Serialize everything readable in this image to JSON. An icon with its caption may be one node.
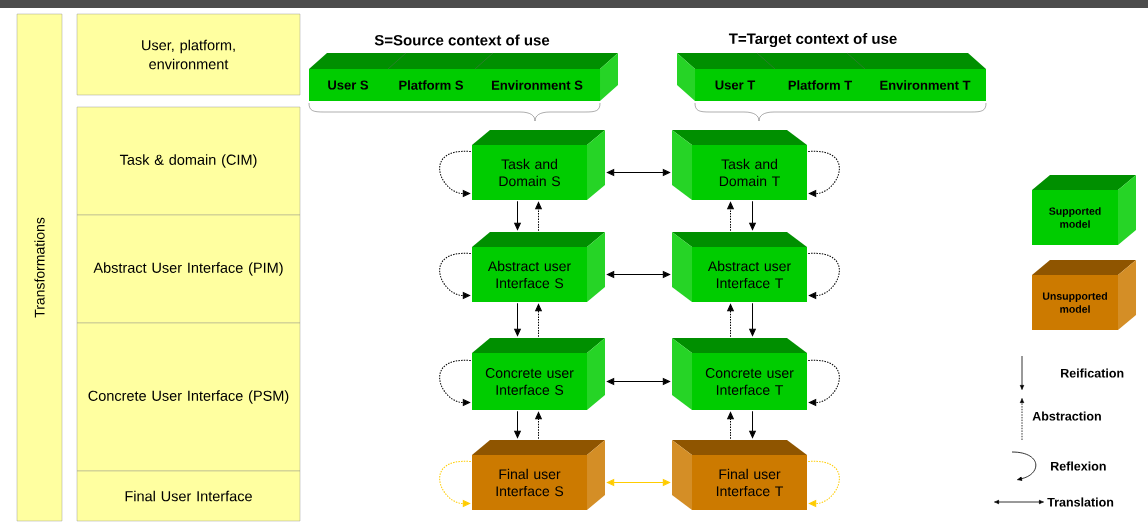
{
  "diagram": {
    "nodes": [
      {
        "text": [
          "Transformations"
        ]
      },
      {
        "text": [
          "User, platform, environment"
        ]
      },
      {
        "text": [
          "Task & domain (CIM)"
        ]
      },
      {
        "text": [
          "Abstract User Interface (PIM)"
        ]
      },
      {
        "text": [
          "Concrete User Interface (PSM)"
        ]
      },
      {
        "text": [
          "Final User Interface"
        ]
      },
      {
        "text": [
          "S=Source context of use"
        ]
      },
      {
        "text": [
          "User S"
        ],
        "in": 6
      },
      {
        "text": [
          "Platform S"
        ],
        "in": 6
      },
      {
        "text": [
          "Environment S"
        ],
        "in": 6
      },
      {
        "text": [
          "T=Target context of use"
        ]
      },
      {
        "text": [
          "User T"
        ],
        "in": 10
      },
      {
        "text": [
          "Platform T"
        ],
        "in": 10
      },
      {
        "text": [
          "Environment T"
        ],
        "in": 10
      },
      {
        "text": [
          "Task and Domain S"
        ]
      },
      {
        "text": [
          "Task and Domain T"
        ]
      },
      {
        "text": [
          "Abstract user Interface S"
        ]
      },
      {
        "text": [
          "Abstract user Interface T"
        ]
      },
      {
        "text": [
          "Concrete user Interface S"
        ]
      },
      {
        "text": [
          "Concrete user Interface T"
        ]
      },
      {
        "text": [
          "Final user Interface S"
        ]
      },
      {
        "text": [
          "Final user Interface T"
        ]
      }
    ],
    "edges": [
      {
        "from": 14,
        "to": 15,
        "arrow": "both"
      },
      {
        "from": 16,
        "to": 17,
        "arrow": "both"
      },
      {
        "from": 18,
        "to": 19,
        "arrow": "both"
      },
      {
        "from": 20,
        "to": 21,
        "arrow": "both",
        "color": "#ffcc00"
      },
      {
        "from": 14,
        "to": 16,
        "arrow": "to"
      },
      {
        "from": 16,
        "to": 18,
        "arrow": "to"
      },
      {
        "from": 18,
        "to": 20,
        "arrow": "to"
      },
      {
        "from": 15,
        "to": 17,
        "arrow": "to"
      },
      {
        "from": 17,
        "to": 19,
        "arrow": "to"
      },
      {
        "from": 19,
        "to": 21,
        "arrow": "to"
      },
      {
        "from": 16,
        "to": 14,
        "arrow": "to",
        "style": "dashed"
      },
      {
        "from": 18,
        "to": 16,
        "arrow": "to",
        "style": "dashed"
      },
      {
        "from": 20,
        "to": 18,
        "arrow": "to",
        "style": "dashed"
      },
      {
        "from": 17,
        "to": 15,
        "arrow": "to",
        "style": "dashed"
      },
      {
        "from": 19,
        "to": 17,
        "arrow": "to",
        "style": "dashed"
      },
      {
        "from": 21,
        "to": 19,
        "arrow": "to",
        "style": "dashed"
      },
      {
        "from": 14,
        "to": 14,
        "arrow": "to",
        "style": "dashed"
      },
      {
        "from": 15,
        "to": 15,
        "arrow": "to",
        "style": "dashed"
      },
      {
        "from": 16,
        "to": 16,
        "arrow": "to",
        "style": "dashed"
      },
      {
        "from": 17,
        "to": 17,
        "arrow": "to",
        "style": "dashed"
      },
      {
        "from": 18,
        "to": 18,
        "arrow": "to",
        "style": "dashed"
      },
      {
        "from": 19,
        "to": 19,
        "arrow": "to",
        "style": "dashed"
      },
      {
        "from": 20,
        "to": 20,
        "arrow": "to",
        "style": "dashed",
        "color": "#ffcc00"
      },
      {
        "from": 21,
        "to": 21,
        "arrow": "to",
        "style": "dashed",
        "color": "#ffcc00"
      }
    ],
    "legend": [
      {
        "text": "Supported model",
        "color": "#00cc00"
      },
      {
        "text": "Unsupported model",
        "color": "#cc7a00"
      },
      {
        "text": "Reification"
      },
      {
        "text": "Abstraction"
      },
      {
        "text": "Reflexion"
      },
      {
        "text": "Translation"
      }
    ]
  }
}
